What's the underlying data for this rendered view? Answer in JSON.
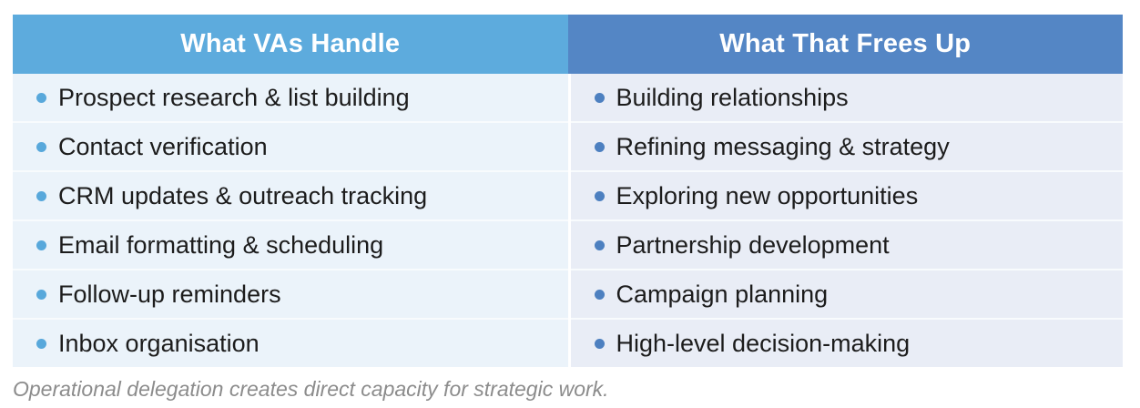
{
  "table": {
    "columns": [
      {
        "header": "What VAs Handle",
        "items": [
          "Prospect research & list building",
          "Contact verification",
          "CRM updates & outreach tracking",
          "Email formatting & scheduling",
          "Follow-up reminders",
          "Inbox organisation"
        ]
      },
      {
        "header": "What That Frees Up",
        "items": [
          "Building relationships",
          "Refining messaging & strategy",
          "Exploring new opportunities",
          "Partnership development",
          "Campaign planning",
          "High-level decision-making"
        ]
      }
    ]
  },
  "caption": "Operational delegation creates direct capacity for strategic work.",
  "colors": {
    "header_left_bg": "#5DABDD",
    "header_right_bg": "#5486C5",
    "body_left_bg": "#EBF3FA",
    "body_right_bg": "#E9EDF6",
    "bullet_left": "#58A8DB",
    "bullet_right": "#4D80C0",
    "row_separator": "#F8FBFD",
    "item_text": "#1C1C1C",
    "caption_text": "#8C8C8C"
  }
}
